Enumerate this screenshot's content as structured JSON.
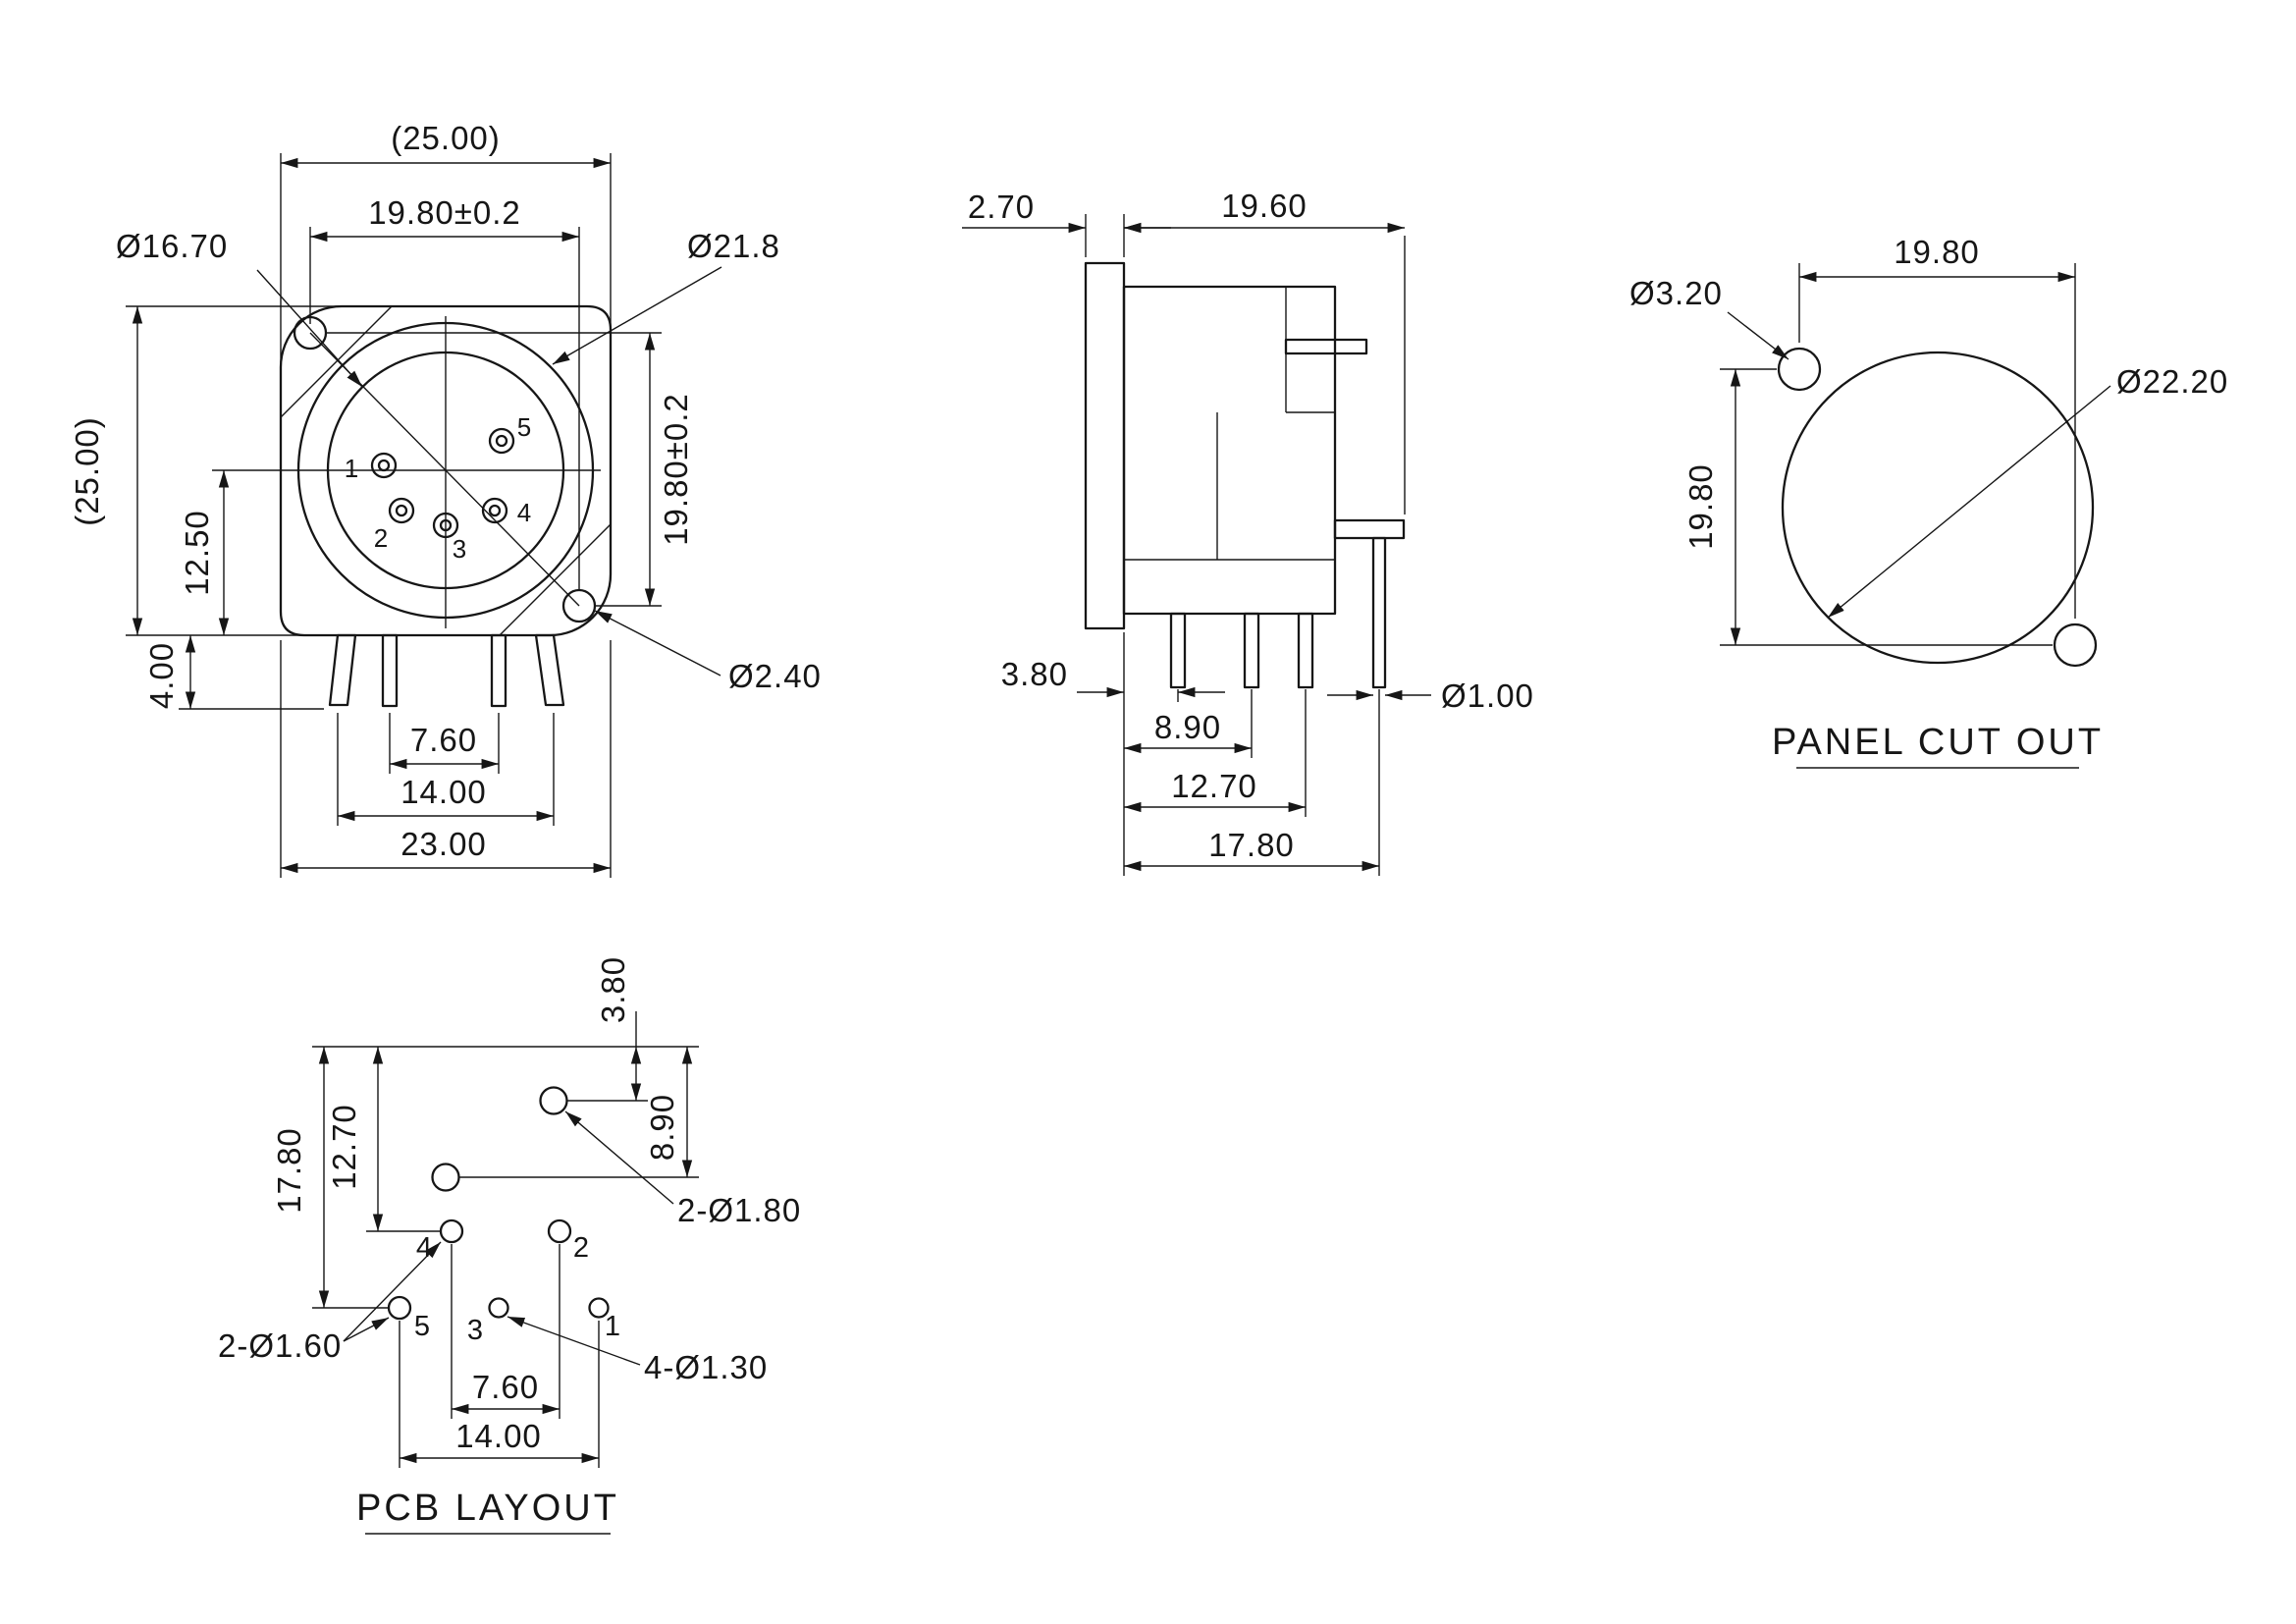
{
  "drawing": {
    "background": "#ffffff",
    "line_color": "#161616"
  },
  "front_view": {
    "dims": {
      "overall_width": "(25.00)",
      "hole_spacing_h": "19.80±0.2",
      "insert_dia": "Ø16.70",
      "shell_dia": "Ø21.8",
      "overall_height": "(25.00)",
      "center_to_bottom": "12.50",
      "hole_spacing_v": "19.80±0.2",
      "mount_hole_dia": "Ø2.40",
      "leg_length": "4.00",
      "pin_span_inner": "7.60",
      "pin_span_outer": "14.00",
      "body_width": "23.00"
    },
    "pins": [
      "1",
      "2",
      "3",
      "4",
      "5"
    ]
  },
  "side_view": {
    "dims": {
      "flange_thickness": "2.70",
      "body_depth": "19.60",
      "leg_offset_1": "3.80",
      "leg_offset_2": "8.90",
      "leg_offset_3": "12.70",
      "leg_offset_4": "17.80",
      "leg_dia": "Ø1.00"
    }
  },
  "panel_cut_out": {
    "title": "PANEL CUT OUT",
    "dims": {
      "mount_hole_dia": "Ø3.20",
      "hole_spacing_h": "19.80",
      "hole_spacing_v": "19.80",
      "cutout_dia": "Ø22.20"
    }
  },
  "pcb_layout": {
    "title": "PCB LAYOUT",
    "dims": {
      "mount_hole_offset_y": "3.80",
      "side_hole_offset_y": "8.90",
      "total_height": "17.80",
      "pin_row_height": "12.70",
      "mount_holes": "2-Ø1.80",
      "side_holes": "2-Ø1.60",
      "pin_holes": "4-Ø1.30",
      "pin_span_inner": "7.60",
      "pin_span_outer": "14.00"
    },
    "pins": [
      "1",
      "2",
      "3",
      "4",
      "5"
    ]
  }
}
